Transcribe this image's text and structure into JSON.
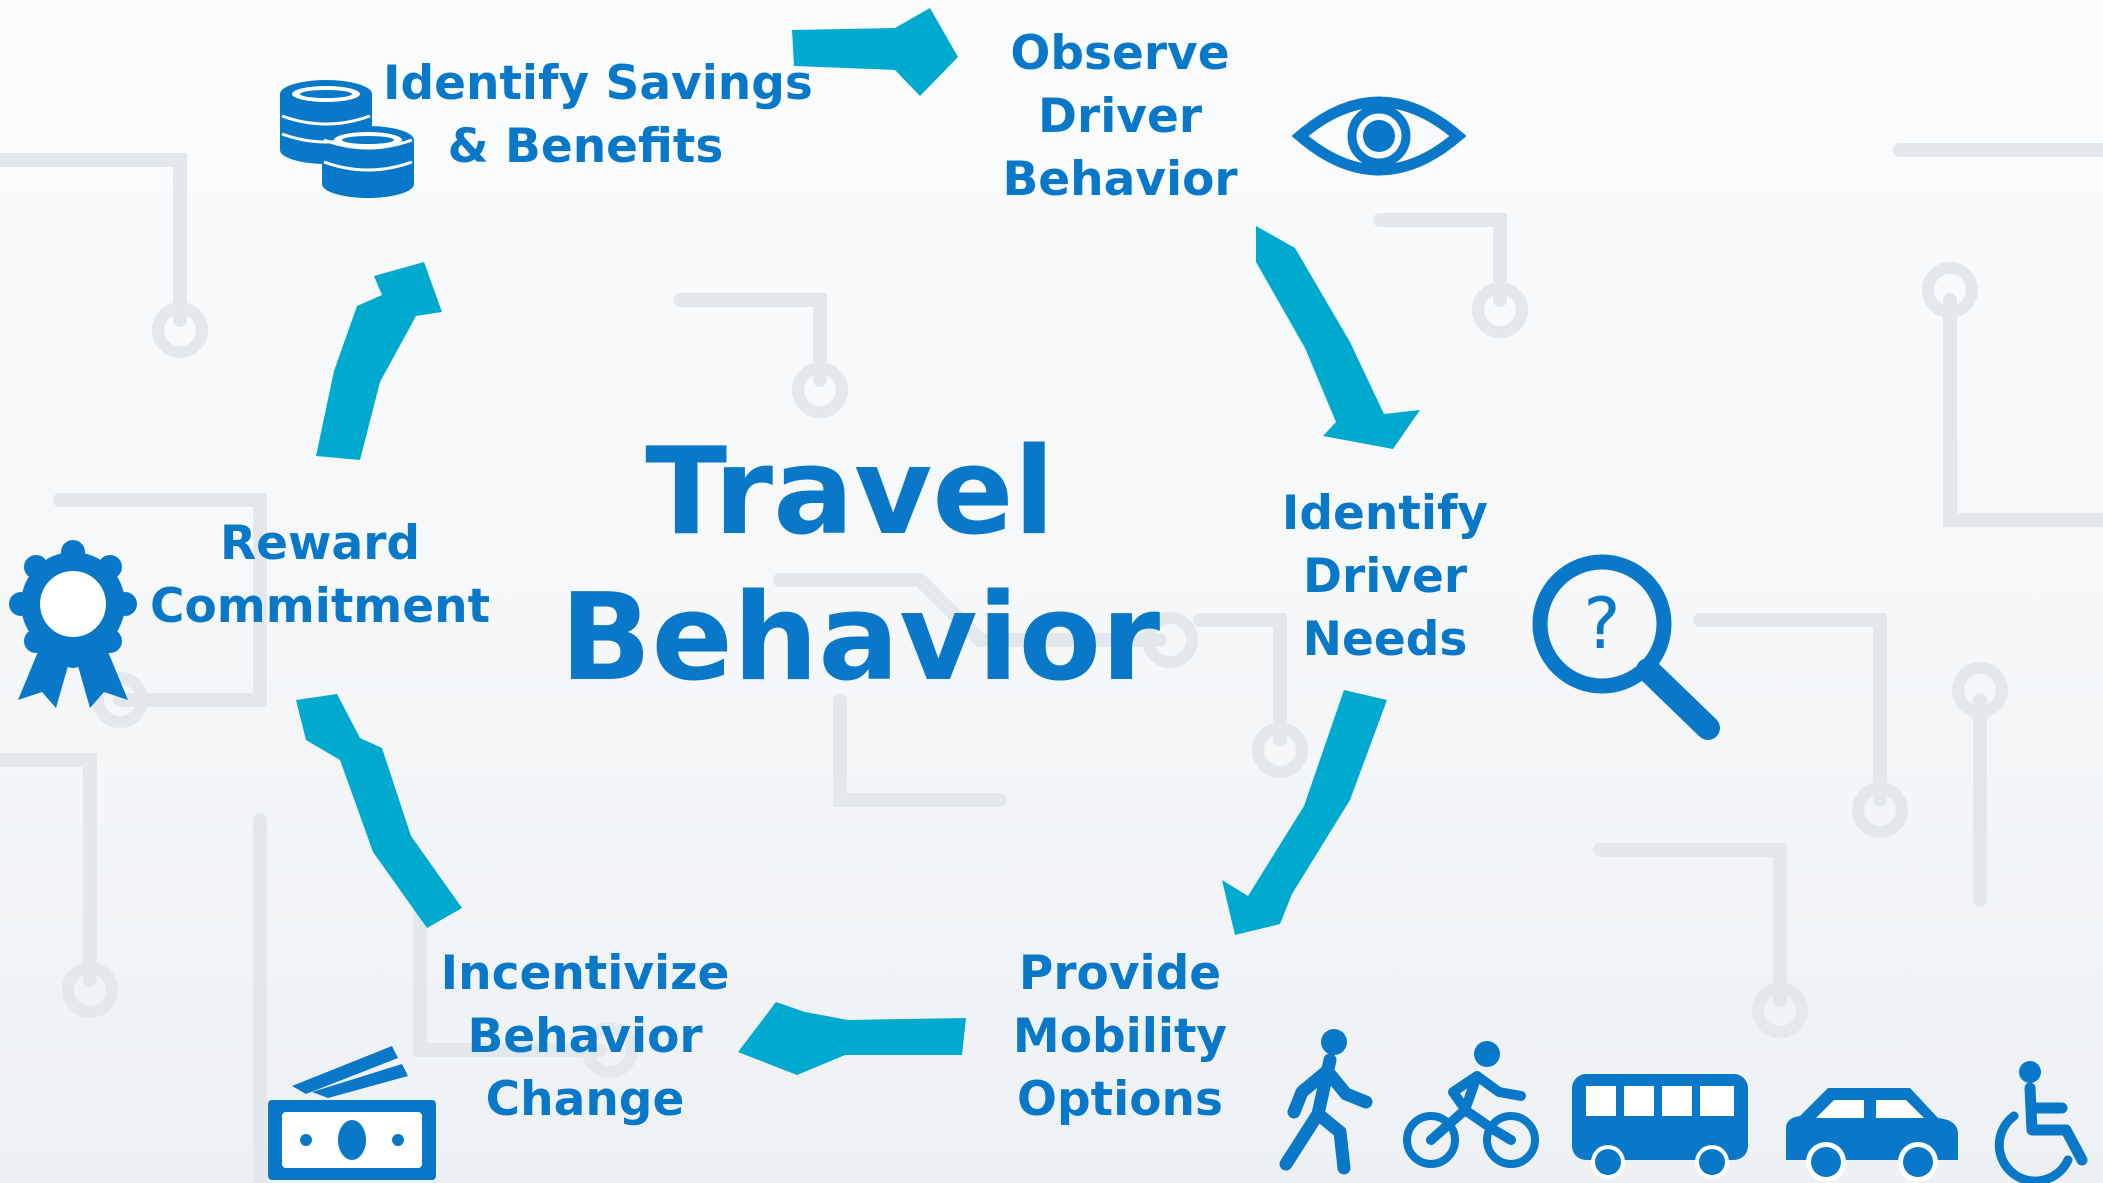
{
  "title": {
    "line1": "Travel",
    "line2": "Behavior"
  },
  "steps": {
    "savings": {
      "line1": "Identify Savings",
      "line2": "& Benefits"
    },
    "observe": {
      "line1": "Observe",
      "line2": "Driver",
      "line3": "Behavior"
    },
    "needs": {
      "line1": "Identify",
      "line2": "Driver",
      "line3": "Needs"
    },
    "mobility": {
      "line1": "Provide",
      "line2": "Mobility",
      "line3": "Options"
    },
    "incentive": {
      "line1": "Incentivize",
      "line2": "Behavior",
      "line3": "Change"
    },
    "reward": {
      "line1": "Reward",
      "line2": "Commitment"
    }
  },
  "icons": {
    "savings": "coins-icon",
    "observe": "eye-icon",
    "needs": "magnifier-question-icon",
    "mobility": [
      "walk-icon",
      "bicycle-icon",
      "bus-icon",
      "car-icon",
      "wheelchair-icon"
    ],
    "incentive": "money-icon",
    "reward": "award-ribbon-icon",
    "needs_glyph": "?"
  },
  "colors": {
    "text": "#0a78c8",
    "arrow": "#00aacf",
    "icon": "#0a78c8"
  }
}
